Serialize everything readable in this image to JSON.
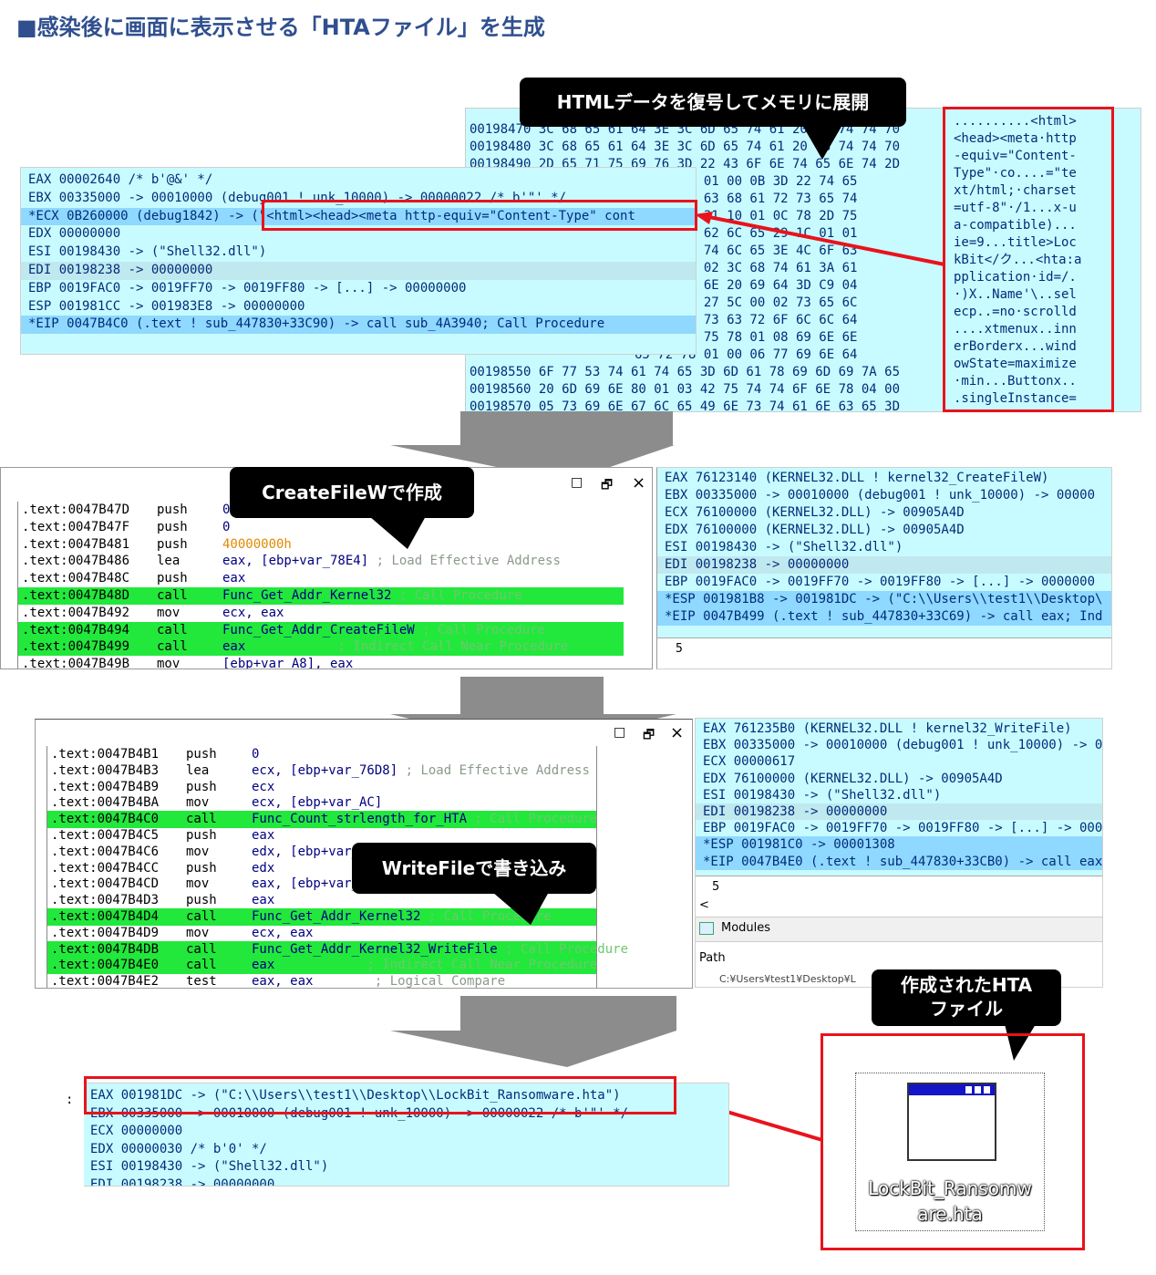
{
  "title": "■感染後に画面に表示させる「HTAファイル」を生成",
  "callouts": {
    "html_decode": "HTMLデータを復号してメモリに展開",
    "createfile": "CreateFileWで作成",
    "writefile": "WriteFileで書き込み",
    "hta_created_l1": "作成されたHTA",
    "hta_created_l2": "ファイル"
  },
  "panel1": {
    "lines": [
      "EAX 00002640 /* b'@&' */",
      "EBX 00335000 -> 00010000 (debug001 ! unk_10000) -> 00000022 /* b'\"' */",
      "*ECX 0B260000 (debug1842) -> (\"<html><head><meta http-equiv=\"Content-Type\" cont",
      "EDX 00000000",
      "ESI 00198430 -> (\"Shell32.dll\")",
      "EDI 00198238 -> 00000000",
      "EBP 0019FAC0 -> 0019FF70 -> 0019FF80 -> [...] -> 00000000",
      "ESP 001981CC -> 001983E8 -> 00000000",
      "*EIP 0047B4C0 (.text ! sub_447830+33C90) -> call sub_4A3940; Call Procedure"
    ]
  },
  "hexdump": {
    "rows": [
      "00198470 3C 68 65 61 64 3E 3C 6D 65 74 61 20 68 74 74 70",
      "00198480 3C 68 65 61 64 3E 3C 6D 65 74 61 20 68 74 74 70",
      "00198490 2D 65 71 75 69 76 3D 22 43 6F 6E 74 65 6E 74 2D",
      "         63 6F 94 01 00 0B 3D 22 74 65",
      "         6C 3B 20 63 68 61 72 73 65 74",
      "         22 20 2F 31 10 01 0C 78 2D 75",
      "         61 74 6D 62 6C 65 29 1C 01 01",
      "         0C 74 69 74 6C 65 3E 4C 6F 63",
      "         B8 01 00 02 3C 68 74 61 3A 61",
      "         74 69 6F 6E 20 69 64 3D C9 04",
      "         61 6D 65 27 5C 00 02 73 65 6C",
      "         6E 6F 20 73 63 72 6F 6C 6C 64",
      "         6D 65 6E 75 78 01 08 69 6E 6E",
      "         65 72 78 01 00 06 77 69 6E 64",
      "00198550 6F 77 53 74 61 74 65 3D 6D 61 78 69 6D 69 7A 65",
      "00198560 20 6D 69 6E 80 01 03 42 75 74 74 6F 6E 78 04 00",
      "00198570 05 73 69 6E 67 6C 65 49 6E 73 74 61 6E 63 65 3D"
    ],
    "ascii": [
      "..........<html>",
      "<head><meta·http",
      "-equiv=\"Content-",
      "Type\"·co....=\"te",
      "xt/html;·charset",
      "=utf-8\"·/1...x-u",
      "a-compatible)...",
      "ie=9...title>Loc",
      "kBit</ク...<hta:a",
      "pplication·id=/.",
      "·)X..Name'\\..sel",
      "ecp..=no·scrolld",
      "....xtmenux..inn",
      "erBorderx...wind",
      "owState=maximize",
      "·min...Buttonx..",
      ".singleInstance="
    ]
  },
  "asm1": {
    "rows": [
      {
        "a": ".text:0047B47D",
        "m": "push",
        "o": "0",
        "c": ""
      },
      {
        "a": ".text:0047B47F",
        "m": "push",
        "o": "0",
        "c": ""
      },
      {
        "a": ".text:0047B481",
        "m": "push",
        "o": "40000000h",
        "c": ""
      },
      {
        "a": ".text:0047B486",
        "m": "lea",
        "o": "eax, [ebp+var_78E4]",
        "c": " ; Load Effective Address"
      },
      {
        "a": ".text:0047B48C",
        "m": "push",
        "o": "eax",
        "c": ""
      },
      {
        "a": ".text:0047B48D",
        "m": "call",
        "o": "Func_Get_Addr_Kernel32",
        "c": " ; Call Procedure"
      },
      {
        "a": ".text:0047B492",
        "m": "mov",
        "o": "ecx, eax",
        "c": ""
      },
      {
        "a": ".text:0047B494",
        "m": "call",
        "o": "Func_Get_Addr_CreateFileW",
        "c": " ; Call Procedure"
      },
      {
        "a": ".text:0047B499",
        "m": "call",
        "o": "eax",
        "c": "            ; Indirect Call Near Procedure"
      },
      {
        "a": ".text:0047B49B",
        "m": "mov",
        "o": "[ebp+var_A8], eax",
        "c": ""
      }
    ]
  },
  "regs2": {
    "lines": [
      "EAX 76123140 (KERNEL32.DLL ! kernel32_CreateFileW)",
      "EBX 00335000 -> 00010000 (debug001 ! unk_10000) -> 00000",
      "ECX 76100000 (KERNEL32.DLL) -> 00905A4D",
      "EDX 76100000 (KERNEL32.DLL) -> 00905A4D",
      "ESI 00198430 -> (\"Shell32.dll\")",
      "EDI 00198238 -> 00000000",
      "EBP 0019FAC0 -> 0019FF70 -> 0019FF80 -> [...] -> 0000000",
      "*ESP 001981B8 -> 001981DC -> (\"C:\\\\Users\\\\test1\\\\Desktop\\",
      "*EIP 0047B499 (.text ! sub_447830+33C69) -> call eax; Ind"
    ],
    "footer": "5"
  },
  "asm2": {
    "rows": [
      {
        "a": ".text:0047B4B1",
        "m": "push",
        "o": "0",
        "c": ""
      },
      {
        "a": ".text:0047B4B3",
        "m": "lea",
        "o": "ecx, [ebp+var_76D8]",
        "c": " ; Load Effective Address"
      },
      {
        "a": ".text:0047B4B9",
        "m": "push",
        "o": "ecx",
        "c": ""
      },
      {
        "a": ".text:0047B4BA",
        "m": "mov",
        "o": "ecx, [ebp+var_AC]",
        "c": ""
      },
      {
        "a": ".text:0047B4C0",
        "m": "call",
        "o": "Func_Count_strlength_for_HTA",
        "c": " ; Call Procedure"
      },
      {
        "a": ".text:0047B4C5",
        "m": "push",
        "o": "eax",
        "c": ""
      },
      {
        "a": ".text:0047B4C6",
        "m": "mov",
        "o": "edx, [ebp+var_AC]",
        "c": ""
      },
      {
        "a": ".text:0047B4CC",
        "m": "push",
        "o": "edx",
        "c": ""
      },
      {
        "a": ".text:0047B4CD",
        "m": "mov",
        "o": "eax, [ebp+var_A8]",
        "c": ""
      },
      {
        "a": ".text:0047B4D3",
        "m": "push",
        "o": "eax",
        "c": ""
      },
      {
        "a": ".text:0047B4D4",
        "m": "call",
        "o": "Func_Get_Addr_Kernel32",
        "c": " ; Call Procedure"
      },
      {
        "a": ".text:0047B4D9",
        "m": "mov",
        "o": "ecx, eax",
        "c": ""
      },
      {
        "a": ".text:0047B4DB",
        "m": "call",
        "o": "Func_Get_Addr_Kernel32_WriteFile",
        "c": " ; Call Procedure"
      },
      {
        "a": ".text:0047B4E0",
        "m": "call",
        "o": "eax",
        "c": "            ; Indirect Call Near Procedure"
      },
      {
        "a": ".text:0047B4E2",
        "m": "test",
        "o": "eax, eax",
        "c": "        ; Logical Compare"
      }
    ]
  },
  "regs3": {
    "lines": [
      "EAX 761235B0 (KERNEL32.DLL ! kernel32_WriteFile)",
      "EBX 00335000 -> 00010000 (debug001 ! unk_10000) -> 00",
      "ECX 00000617",
      "EDX 76100000 (KERNEL32.DLL) -> 00905A4D",
      "ESI 00198430 -> (\"Shell32.dll\")",
      "EDI 00198238 -> 00000000",
      "EBP 0019FAC0 -> 0019FF70 -> 0019FF80 -> [...] -> 0000",
      "*ESP 001981C0 -> 00001308",
      "*EIP 0047B4E0 (.text ! sub_447830+33CB0) -> call eax;"
    ],
    "footer": "5",
    "modules_label": "Modules",
    "path_label": "Path",
    "path_value": "C:¥Users¥test1¥Desktop¥L"
  },
  "regs4": {
    "lines": [
      "EAX 001981DC -> (\"C:\\\\Users\\\\test1\\\\Desktop\\\\LockBit_Ransomware.hta\")",
      "EBX 00335000 -> 00010000 (debug001 ! unk_10000) -> 00000022 /* b'\"' */",
      "ECX 00000000",
      "EDX 00000030 /* b'0' */",
      "ESI 00198430 -> (\"Shell32.dll\")",
      "EDI 00198238 -> 00000000"
    ]
  },
  "hta_file": {
    "name_l1": "LockBit_Ransomw",
    "name_l2": "are.hta"
  },
  "window_buttons": {
    "min": "□",
    "restore": "🗗",
    "close": "×"
  },
  "colors": {
    "panel": "#c8fbff",
    "highlight": "#8fd8ff",
    "red": "#e8131c",
    "green": "#22e83c",
    "arrow": "#8c8c8c",
    "title": "#2f4f8f"
  }
}
